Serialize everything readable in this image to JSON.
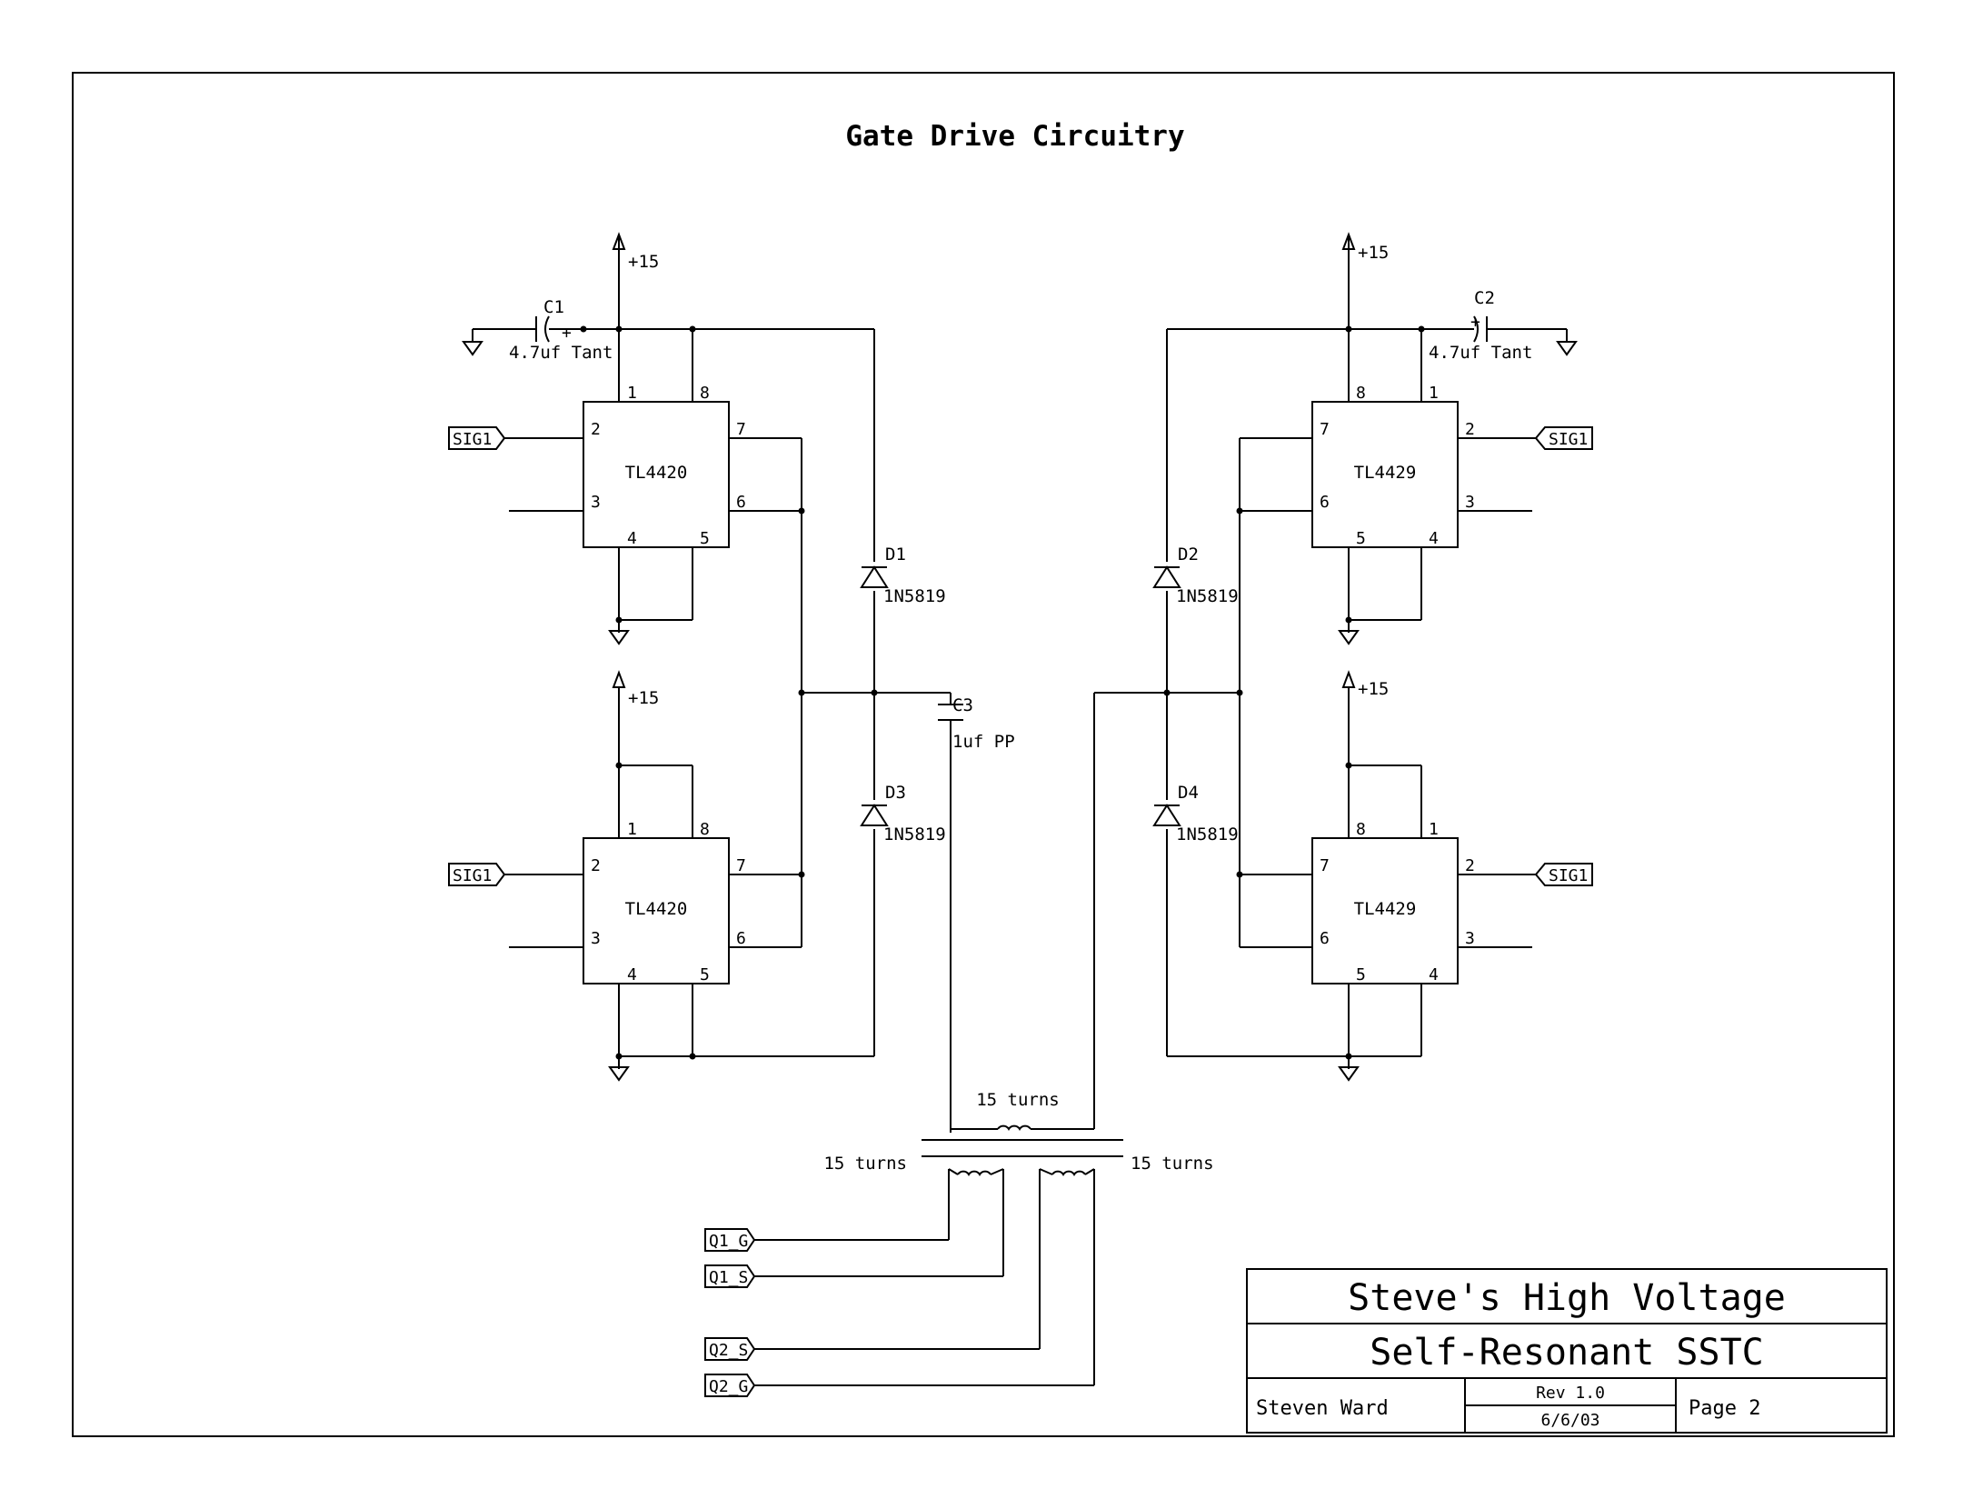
{
  "title": "Gate Drive Circuitry",
  "supply_label": "+15",
  "caps": {
    "c1": {
      "ref": "C1",
      "value": "4.7uf Tant"
    },
    "c2": {
      "ref": "C2",
      "value": "4.7uf Tant"
    },
    "c3": {
      "ref": "C3",
      "value": "1uf PP"
    }
  },
  "polarity_plus": "+",
  "diodes": {
    "d1": {
      "ref": "D1",
      "part": "1N5819"
    },
    "d2": {
      "ref": "D2",
      "part": "1N5819"
    },
    "d3": {
      "ref": "D3",
      "part": "1N5819"
    },
    "d4": {
      "ref": "D4",
      "part": "1N5819"
    }
  },
  "ics": {
    "left_part": "TL4420",
    "right_part": "TL4429"
  },
  "pins": {
    "p1": "1",
    "p2": "2",
    "p3": "3",
    "p4": "4",
    "p5": "5",
    "p6": "6",
    "p7": "7",
    "p8": "8"
  },
  "signals": {
    "sig1": "SIG1",
    "q1g": "Q1_G",
    "q1s": "Q1_S",
    "q2s": "Q2_S",
    "q2g": "Q2_G"
  },
  "transformer": {
    "primary_label": "15 turns",
    "secondary_left_label": "15 turns",
    "secondary_right_label": "15 turns"
  },
  "title_block": {
    "company": "Steve's High Voltage",
    "project": "Self-Resonant SSTC",
    "author": "Steven Ward",
    "revision": "Rev 1.0",
    "date": "6/6/03",
    "page": "Page 2"
  }
}
